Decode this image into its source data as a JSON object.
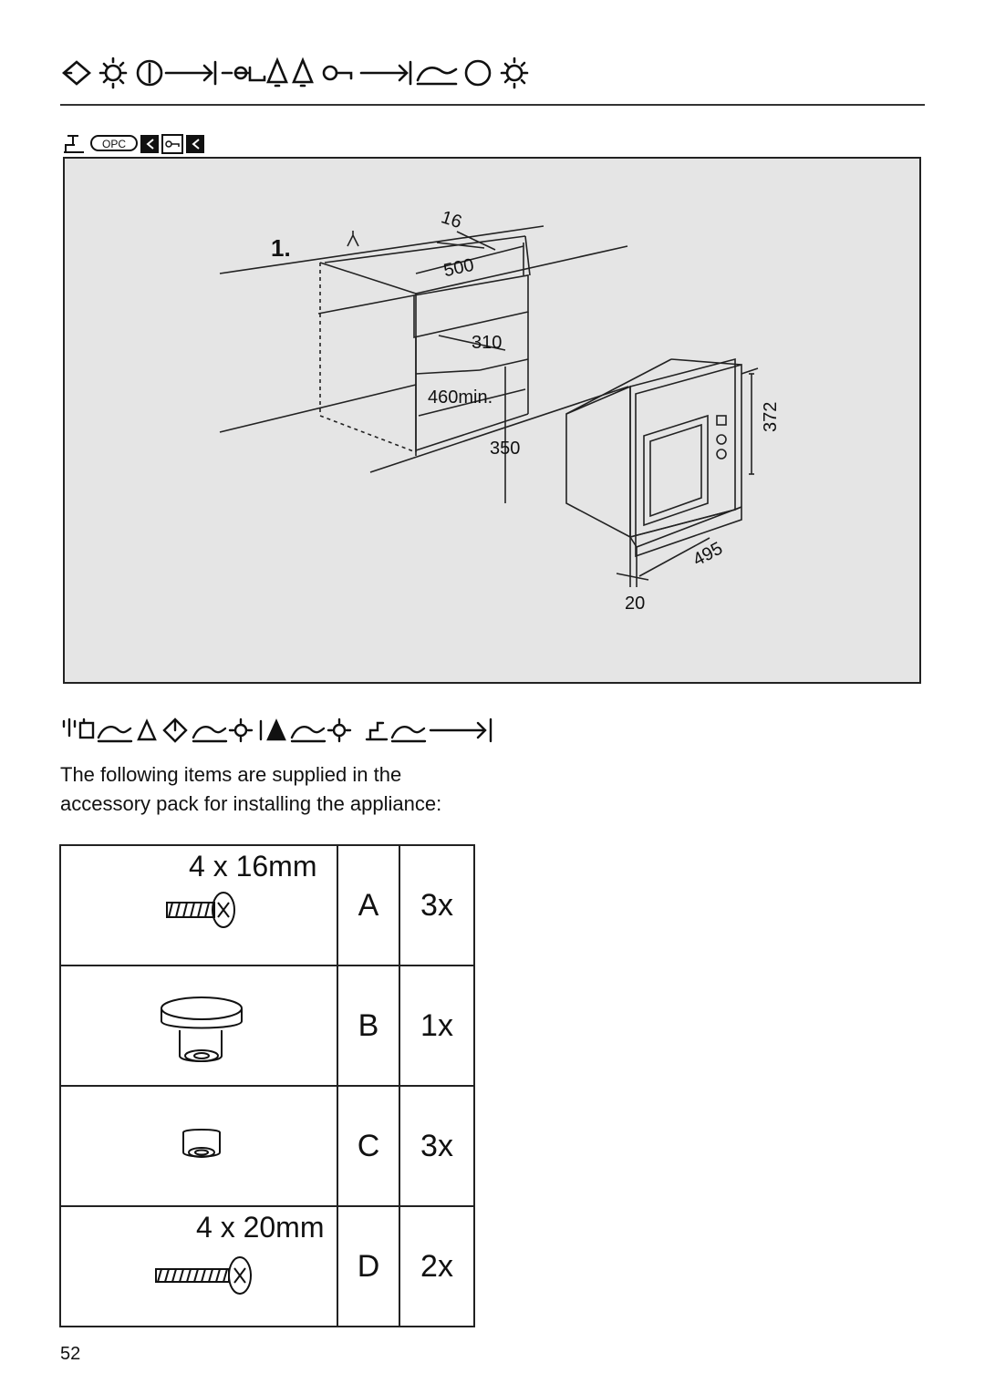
{
  "page": {
    "number": "52"
  },
  "figure": {
    "step_label": "1.",
    "dimensions": {
      "depth_top": "16",
      "width": "500",
      "opening_depth": "310",
      "min_depth": "460min.",
      "opening_height": "350",
      "appliance_height": "372",
      "appliance_depth": "495",
      "frame_offset": "20"
    }
  },
  "section": {
    "intro": "The following items are supplied in the accessory pack for installing the appliance:"
  },
  "accessories": [
    {
      "size": "4 x 16mm",
      "letter": "A",
      "count": "3x",
      "icon": "screw-icon"
    },
    {
      "size": "",
      "letter": "B",
      "count": "1x",
      "icon": "spacer-cap-icon"
    },
    {
      "size": "",
      "letter": "C",
      "count": "3x",
      "icon": "bushing-icon"
    },
    {
      "size": "4 x 20mm",
      "letter": "D",
      "count": "2x",
      "icon": "screw-icon"
    }
  ]
}
